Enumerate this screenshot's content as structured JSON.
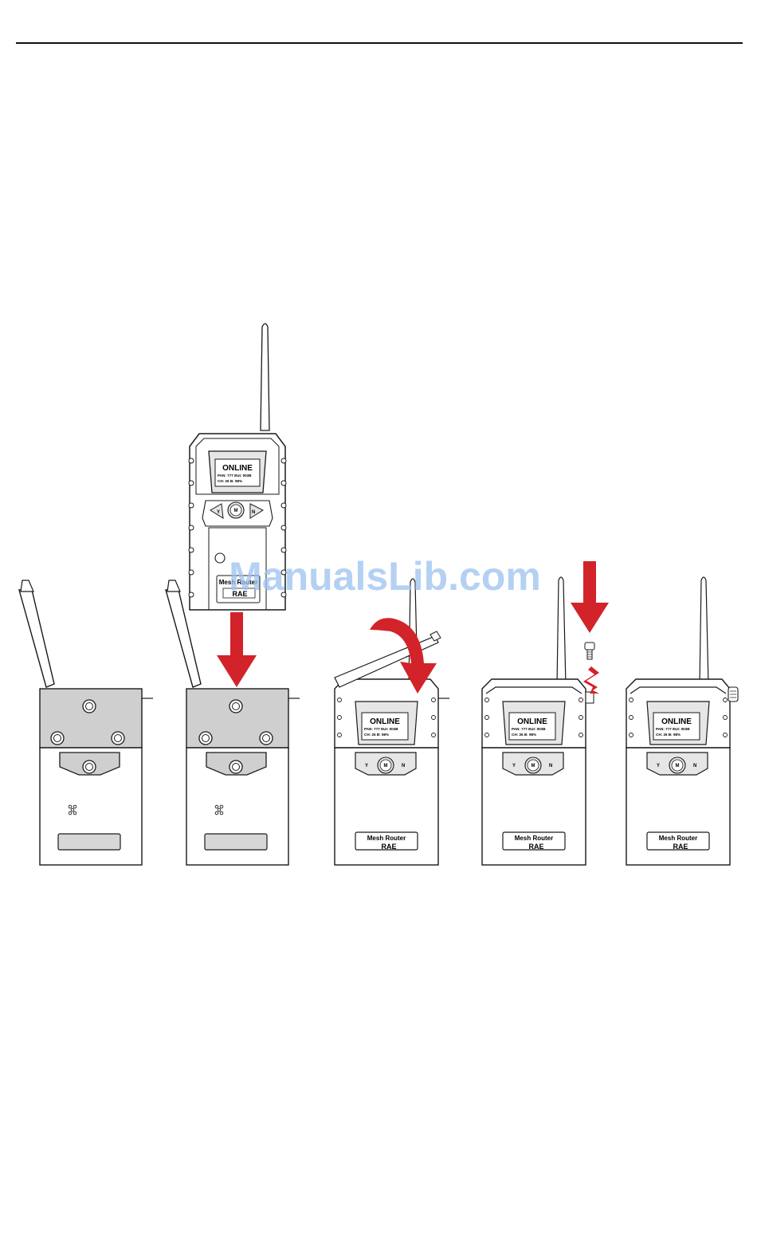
{
  "watermark": "ManualsLib.com",
  "device_screen": {
    "status": "ONLINE",
    "line1": "PAN: 777  EUI: 003B",
    "line2": "CH: 26     B: 98%"
  },
  "device_label": "Mesh Router",
  "brand": "RAE",
  "buttons": {
    "left": "Y",
    "center": "M",
    "right": "N"
  },
  "colors": {
    "arrow": "#d2232a",
    "outline": "#1a1a1a",
    "plate": "#cfcfcf",
    "label_plate": "#d7d7d7",
    "watermark": "#9cc2f0"
  },
  "icons": [
    "red-arrow-down",
    "red-arrow-curved",
    "thumbscrew-icon",
    "twist-arrow-icon",
    "antenna-icon"
  ]
}
